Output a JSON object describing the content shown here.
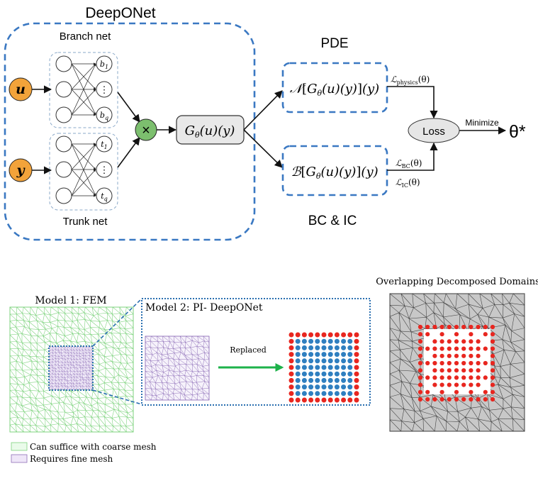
{
  "deeponet": {
    "title": "DeepONet",
    "branch_label": "Branch net",
    "trunk_label": "Trunk net",
    "input_u": "u",
    "input_y": "y",
    "branch_outputs": [
      "b",
      "⋮",
      "b"
    ],
    "branch_output_subs": [
      "1",
      "",
      "q"
    ],
    "trunk_outputs": [
      "t",
      "⋮",
      "t"
    ],
    "trunk_output_subs": [
      "1",
      "",
      "q"
    ],
    "product_symbol": "×",
    "operator_output": "G",
    "operator_sub": "θ",
    "operator_args": "(u)(y)"
  },
  "pde": {
    "title": "PDE",
    "residual_op": "𝒩",
    "physics_loss": "ℒ",
    "physics_loss_sub": "physics",
    "physics_loss_arg": "(θ)"
  },
  "bcic": {
    "title": "BC & IC",
    "bc_op": "ℬ",
    "bc_loss": "ℒ",
    "bc_loss_sub": "BC",
    "ic_loss": "ℒ",
    "ic_loss_sub": "IC",
    "loss_arg": "(θ)"
  },
  "loss": {
    "label": "Loss",
    "minimize_label": "Minimize",
    "result": "θ*"
  },
  "lower": {
    "model1_title": "Model 1: FEM",
    "model2_title": "Model 2: PI- DeepONet",
    "replaced_label": "Replaced",
    "overlap_title": "Overlapping Decomposed Domains",
    "legend_coarse": "Can suffice with coarse mesh",
    "legend_fine": "Requires fine mesh"
  },
  "colors": {
    "input_node": "#f2a33a",
    "product_node": "#7cbf6e",
    "dashed_box": "#3a78c2",
    "coarse_mesh": "#7fd37f",
    "fine_mesh": "#8e6fb8",
    "collocation_blue": "#2f7fc0",
    "boundary_red": "#e8261f",
    "arrow_green": "#1db24a",
    "overlap_fill": "#c8c8c8"
  }
}
